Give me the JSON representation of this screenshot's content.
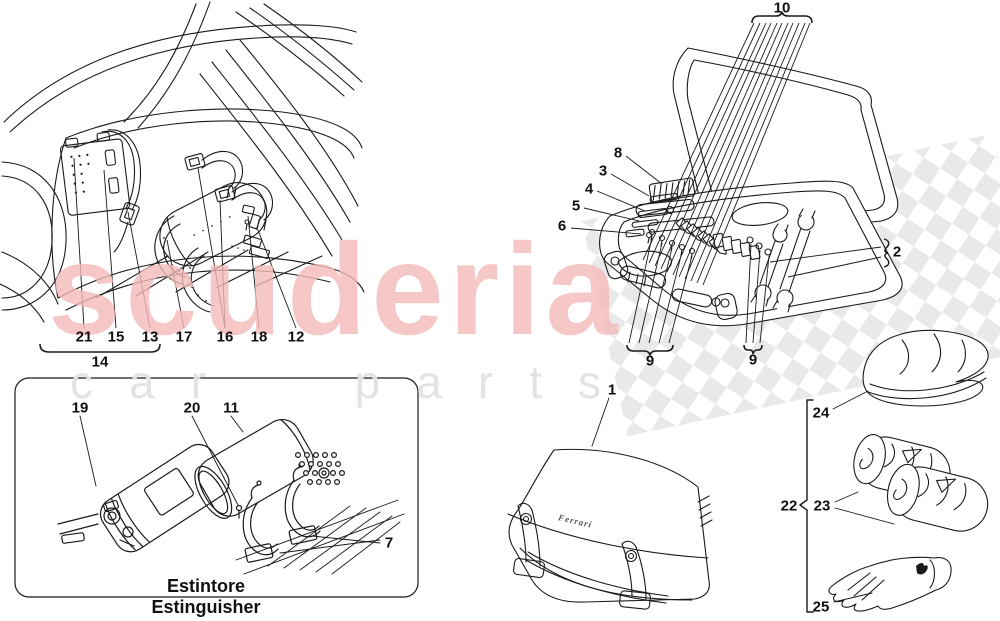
{
  "watermark": {
    "brand": "scuderia",
    "sub": "car parts"
  },
  "extinguisher_caption": {
    "italian": "Estintore",
    "english": "Estinguisher"
  },
  "pouch": {
    "emboss": "Ferrari"
  },
  "callouts": {
    "n21": "21",
    "n15": "15",
    "n13": "13",
    "n14": "14",
    "n17": "17",
    "n16": "16",
    "n18": "18",
    "n12": "12",
    "n19": "19",
    "n20": "20",
    "n11": "11",
    "n7": "7",
    "n10": "10",
    "n8": "8",
    "n3": "3",
    "n4": "4",
    "n5": "5",
    "n6": "6",
    "n2": "2",
    "n9a": "9",
    "n9b": "9",
    "n1": "1",
    "n24": "24",
    "n22": "22",
    "n23": "23",
    "n25": "25"
  }
}
